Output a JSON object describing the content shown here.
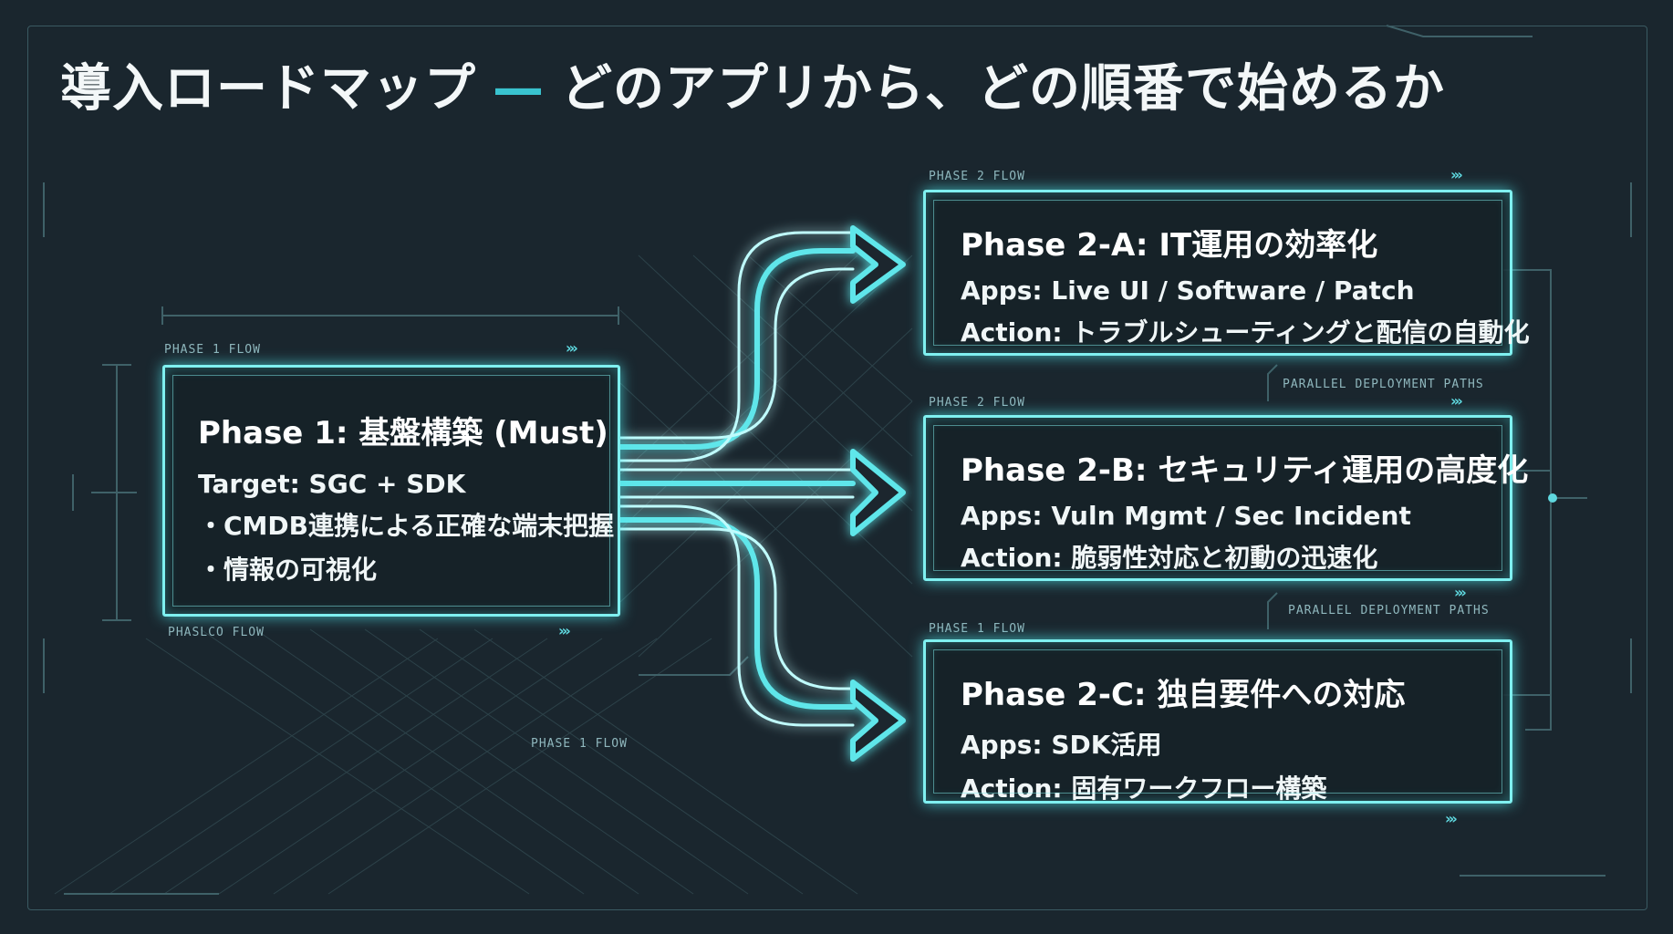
{
  "title": {
    "main": "導入ロードマップ",
    "dash": "—",
    "sub": "どのアプリから、どの順番で始めるか"
  },
  "phase1": {
    "title": "Phase 1: 基盤構築 (Must)",
    "target": "Target: SGC + SDK",
    "bullets": [
      "・CMDB連携による正確な端末把握",
      "・情報の可視化"
    ],
    "label_top": "PHASE 1 FLOW",
    "label_bottom": "PHASLCO FLOW"
  },
  "phase2": [
    {
      "title": "Phase 2-A: IT運用の効率化",
      "apps": "Apps: Live UI / Software / Patch",
      "action": "Action: トラブルシューティングと配信の自動化",
      "label": "PHASE 2 FLOW"
    },
    {
      "title": "Phase 2-B: セキュリティ運用の高度化",
      "apps": "Apps: Vuln Mgmt / Sec Incident",
      "action": "Action: 脆弱性対応と初動の迅速化",
      "label": "PHASE 2 FLOW"
    },
    {
      "title": "Phase 2-C: 独自要件への対応",
      "apps": "Apps: SDK活用",
      "action": "Action: 固有ワークフロー構築",
      "label": "PHASE 1 FLOW"
    }
  ],
  "parallel_labels": [
    "PARALLEL DEPLOYMENT PATHS",
    "PARALLEL DEPLOYMENT PATHS"
  ],
  "phase1_flow_callout": "PHASE 1 FLOW",
  "chevron_glyph": "›››",
  "colors": {
    "background": "#1a262e",
    "accent": "#7ff0f0",
    "arrow": "#5fe6ea",
    "title_dash": "#39c3cf"
  }
}
